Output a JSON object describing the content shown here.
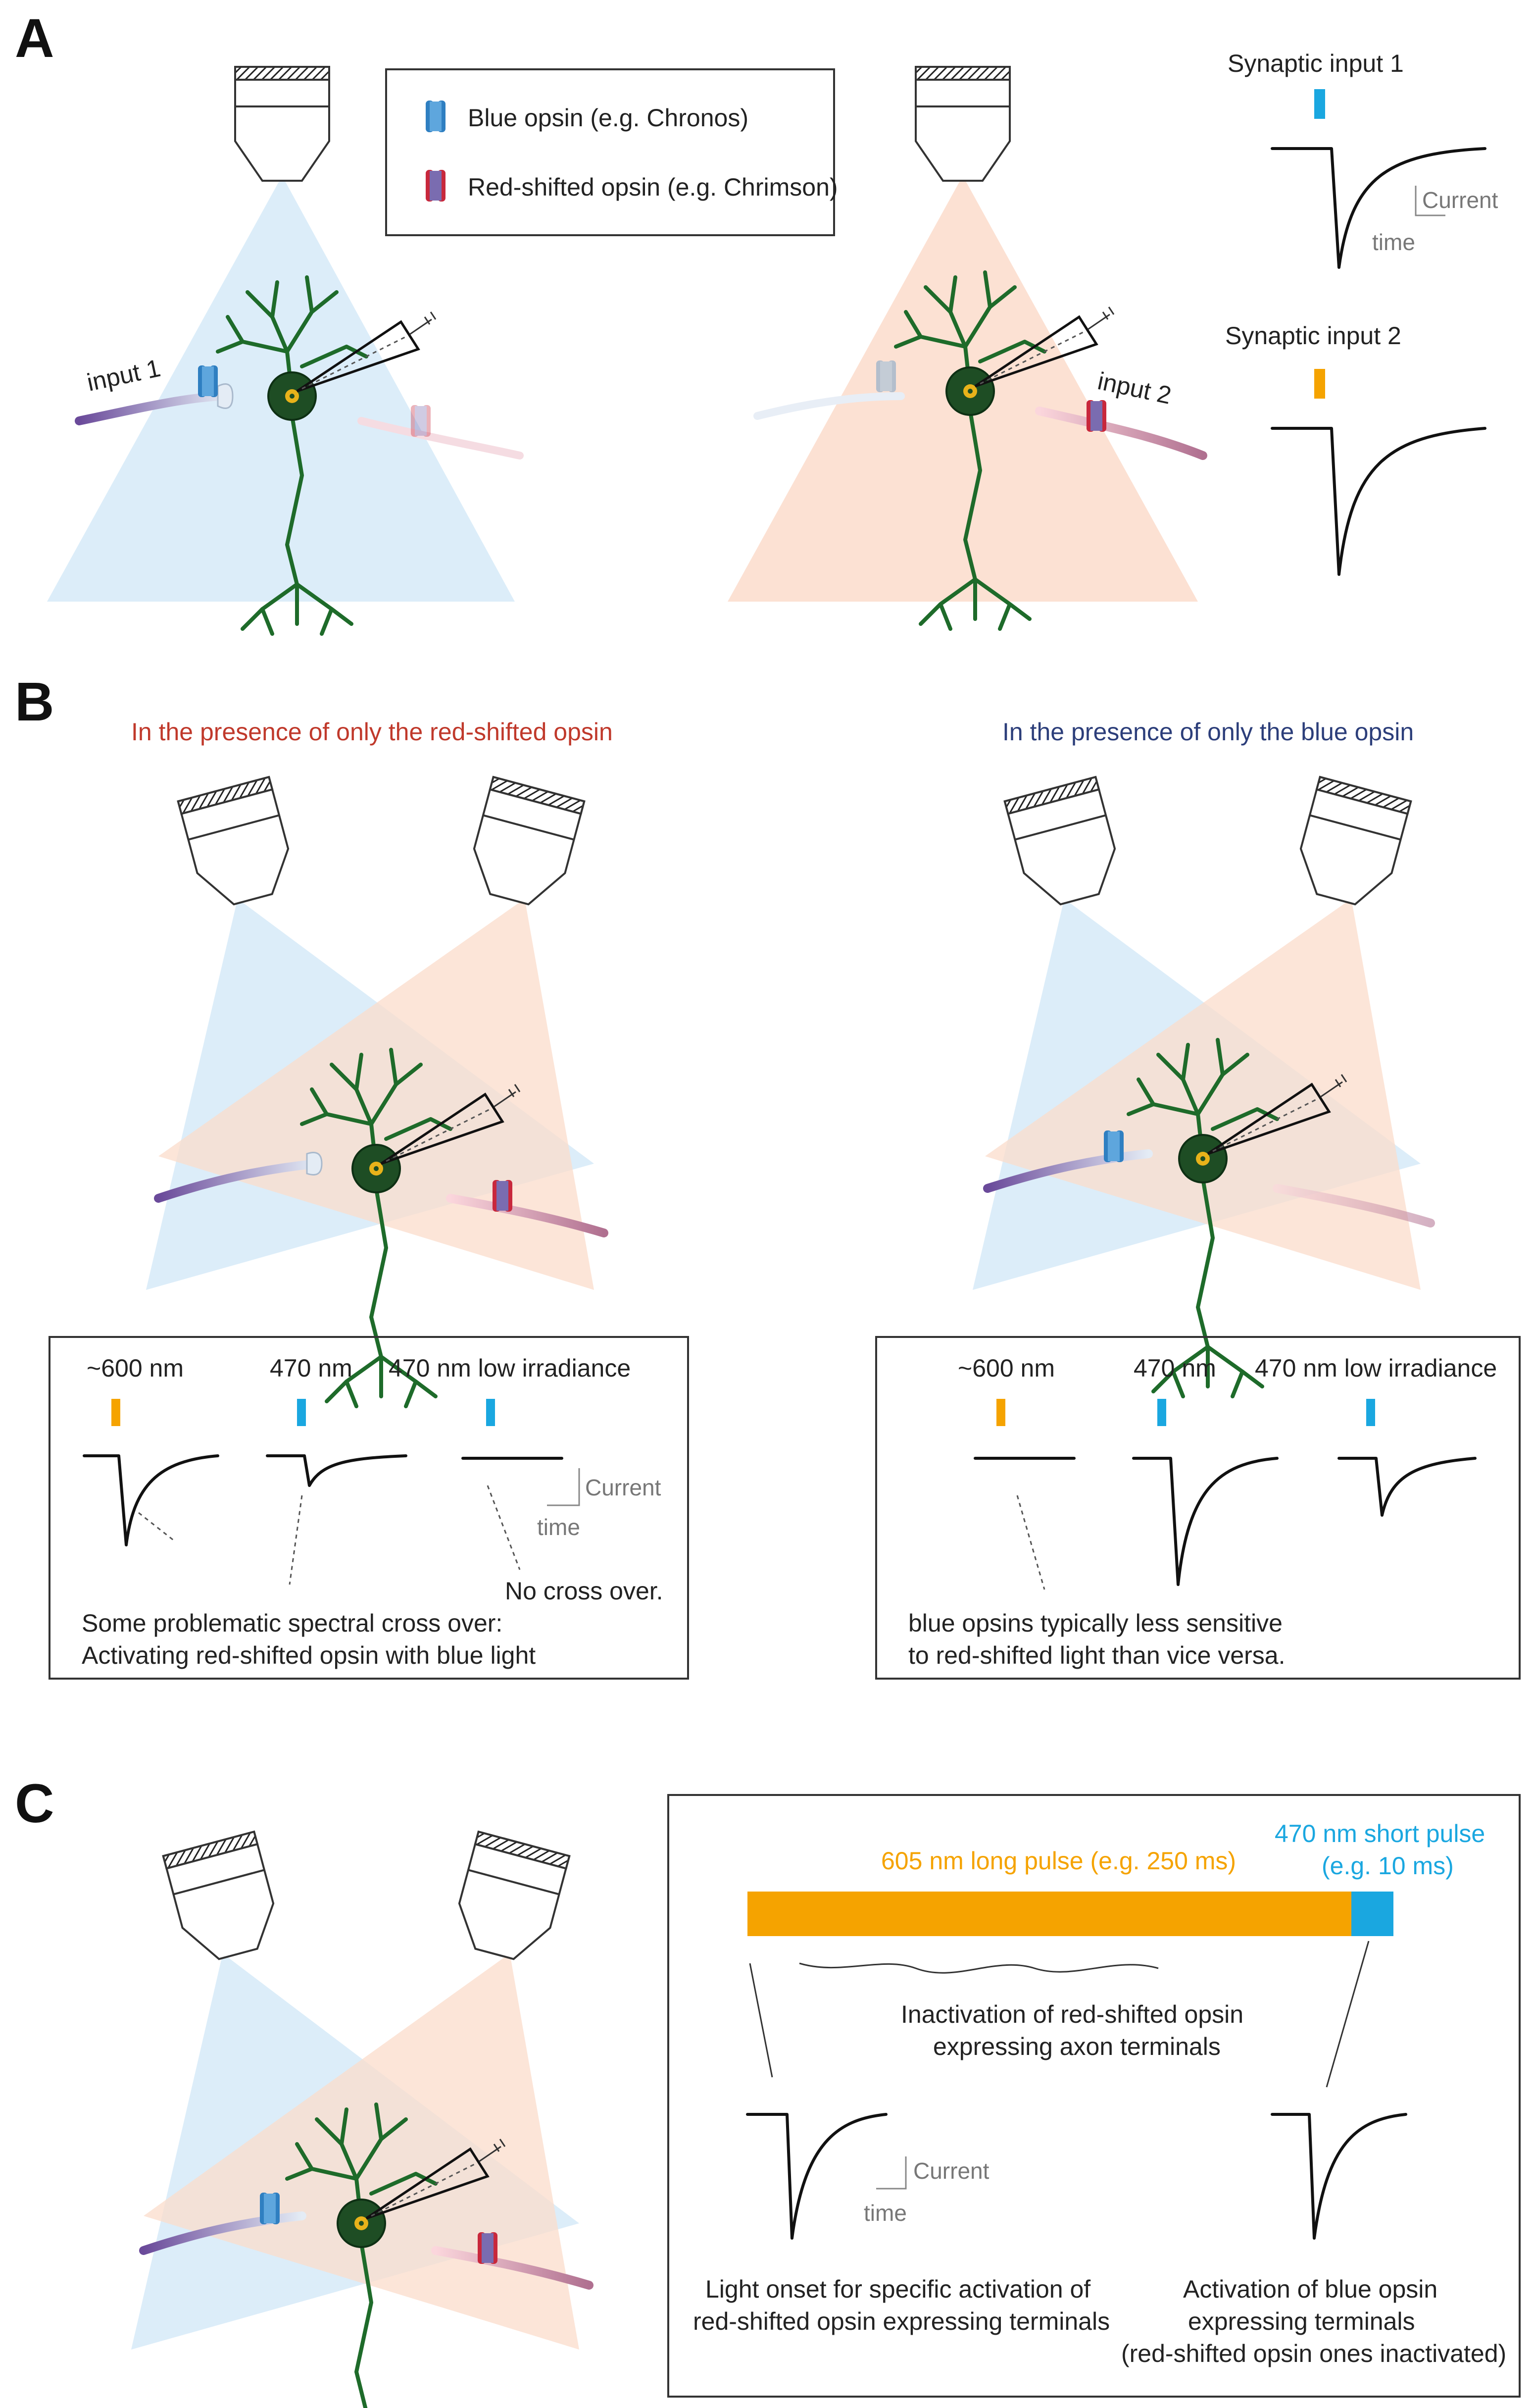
{
  "panels": {
    "a": {
      "letter": "A",
      "legend": {
        "blue_opsin": "Blue opsin (e.g. Chronos)",
        "red_opsin": "Red-shifted opsin (e.g. Chrimson)"
      },
      "input1_label": "input 1",
      "input2_label": "input 2",
      "trace1_title": "Synaptic input 1",
      "trace2_title": "Synaptic input 2",
      "scale_current": "Current",
      "scale_time": "time"
    },
    "b": {
      "letter": "B",
      "left_title": "In the presence of only the red-shifted opsin",
      "right_title": "In the presence of only the blue opsin",
      "left_box": {
        "labels": [
          "~600 nm",
          "470 nm",
          "470 nm low irradiance"
        ],
        "scale_current": "Current",
        "scale_time": "time",
        "no_cross": "No cross over.",
        "caption_line1": "Some problematic spectral cross over:",
        "caption_line2": "Activating red-shifted opsin with blue light"
      },
      "right_box": {
        "labels": [
          "~600 nm",
          "470 nm",
          "470 nm low irradiance"
        ],
        "caption_line1": "blue opsins typically less sensitive",
        "caption_line2": "to red-shifted light than vice versa."
      }
    },
    "c": {
      "letter": "C",
      "long_pulse": "605 nm long pulse (e.g. 250 ms)",
      "short_pulse_line1": "470 nm short pulse",
      "short_pulse_line2": "(e.g. 10 ms)",
      "inactivation_line1": "Inactivation of red-shifted opsin",
      "inactivation_line2": "expressing axon terminals",
      "scale_current": "Current",
      "scale_time": "time",
      "left_caption_line1": "Light onset for specific activation of",
      "left_caption_line2": "red-shifted opsin expressing terminals",
      "right_caption_line1": "Activation of blue opsin",
      "right_caption_line2": "expressing terminals",
      "right_caption_line3": "(red-shifted opsin ones inactivated)"
    }
  },
  "colors": {
    "blue_light": "#d6eaf8",
    "red_light": "#fbdccb",
    "orange_pulse": "#f5a300",
    "blue_pulse": "#1aa7e0",
    "neuron": "#1e6b2a",
    "blue_opsin": "#2f7fc1",
    "red_opsin": "#c8283c"
  }
}
